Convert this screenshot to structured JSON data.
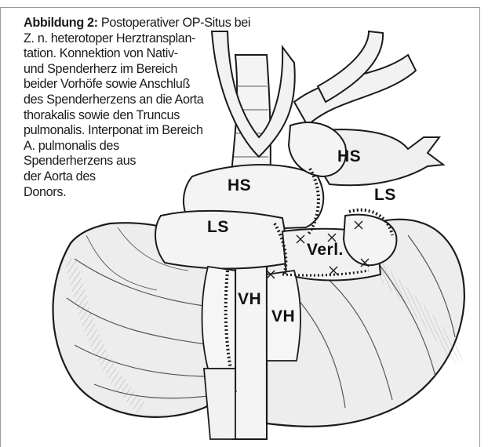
{
  "caption": {
    "heading": "Abbildung 2:",
    "lines": [
      " Postoperativer OP-Situs bei",
      "Z. n. heterotoper Herztransplan-",
      "tation. Konnektion von Nativ-",
      "und Spenderherz im Bereich",
      "beider Vorhöfe sowie Anschluß",
      "des Spenderherzens an die Aorta",
      "thorakalis sowie den Truncus",
      "pulmonalis. Interponat im Bereich",
      "A. pulmonalis des",
      "Spenderherzens aus",
      "der Aorta des",
      "Donors."
    ]
  },
  "labels": {
    "hs_upper": "HS",
    "hs_left": "HS",
    "ls_right": "LS",
    "ls_left": "LS",
    "verl": "Verl.",
    "vh_left": "VH",
    "vh_right": "VH"
  },
  "colors": {
    "ink": "#1b1b1b",
    "frame": "#9a9a9a"
  }
}
